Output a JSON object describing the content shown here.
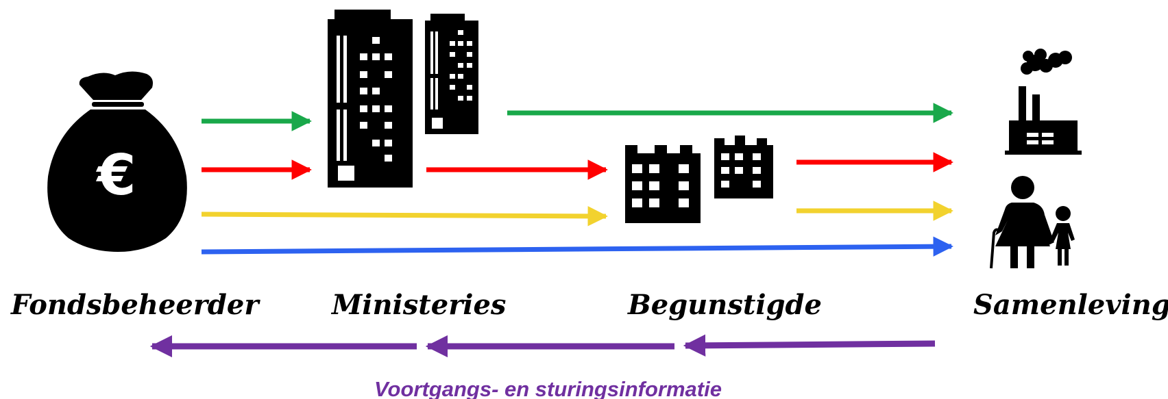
{
  "nodes": {
    "fund_manager": {
      "label": "Fondsbeheerder",
      "icon": "money-bag-euro-icon",
      "symbol": "€"
    },
    "ministries": {
      "label": "Ministeries",
      "icon": "office-buildings-icon"
    },
    "beneficiaries": {
      "label": "Begunstigde",
      "icon": "apartment-blocks-icon"
    },
    "society": {
      "label": "Samenleving",
      "icon": "factory-and-people-icon"
    }
  },
  "feedback": {
    "label": "Voortgangs- en sturingsinformatie",
    "direction": "right-to-left"
  },
  "colors": {
    "green": "#19a84a",
    "red": "#ff0000",
    "yellow": "#f2d22e",
    "blue": "#2d62f0",
    "purple": "#7030a0",
    "icon": "#000000"
  },
  "flows": [
    {
      "color": "green",
      "from": "fund_manager",
      "to": "ministries"
    },
    {
      "color": "green",
      "from": "ministries",
      "to": "society"
    },
    {
      "color": "red",
      "from": "fund_manager",
      "to": "ministries"
    },
    {
      "color": "red",
      "from": "ministries",
      "to": "beneficiaries"
    },
    {
      "color": "red",
      "from": "beneficiaries",
      "to": "society"
    },
    {
      "color": "yellow",
      "from": "fund_manager",
      "to": "beneficiaries"
    },
    {
      "color": "yellow",
      "from": "beneficiaries",
      "to": "society"
    },
    {
      "color": "blue",
      "from": "fund_manager",
      "to": "society"
    },
    {
      "color": "purple",
      "from": "society",
      "to": "beneficiaries"
    },
    {
      "color": "purple",
      "from": "beneficiaries",
      "to": "ministries"
    },
    {
      "color": "purple",
      "from": "ministries",
      "to": "fund_manager"
    }
  ]
}
